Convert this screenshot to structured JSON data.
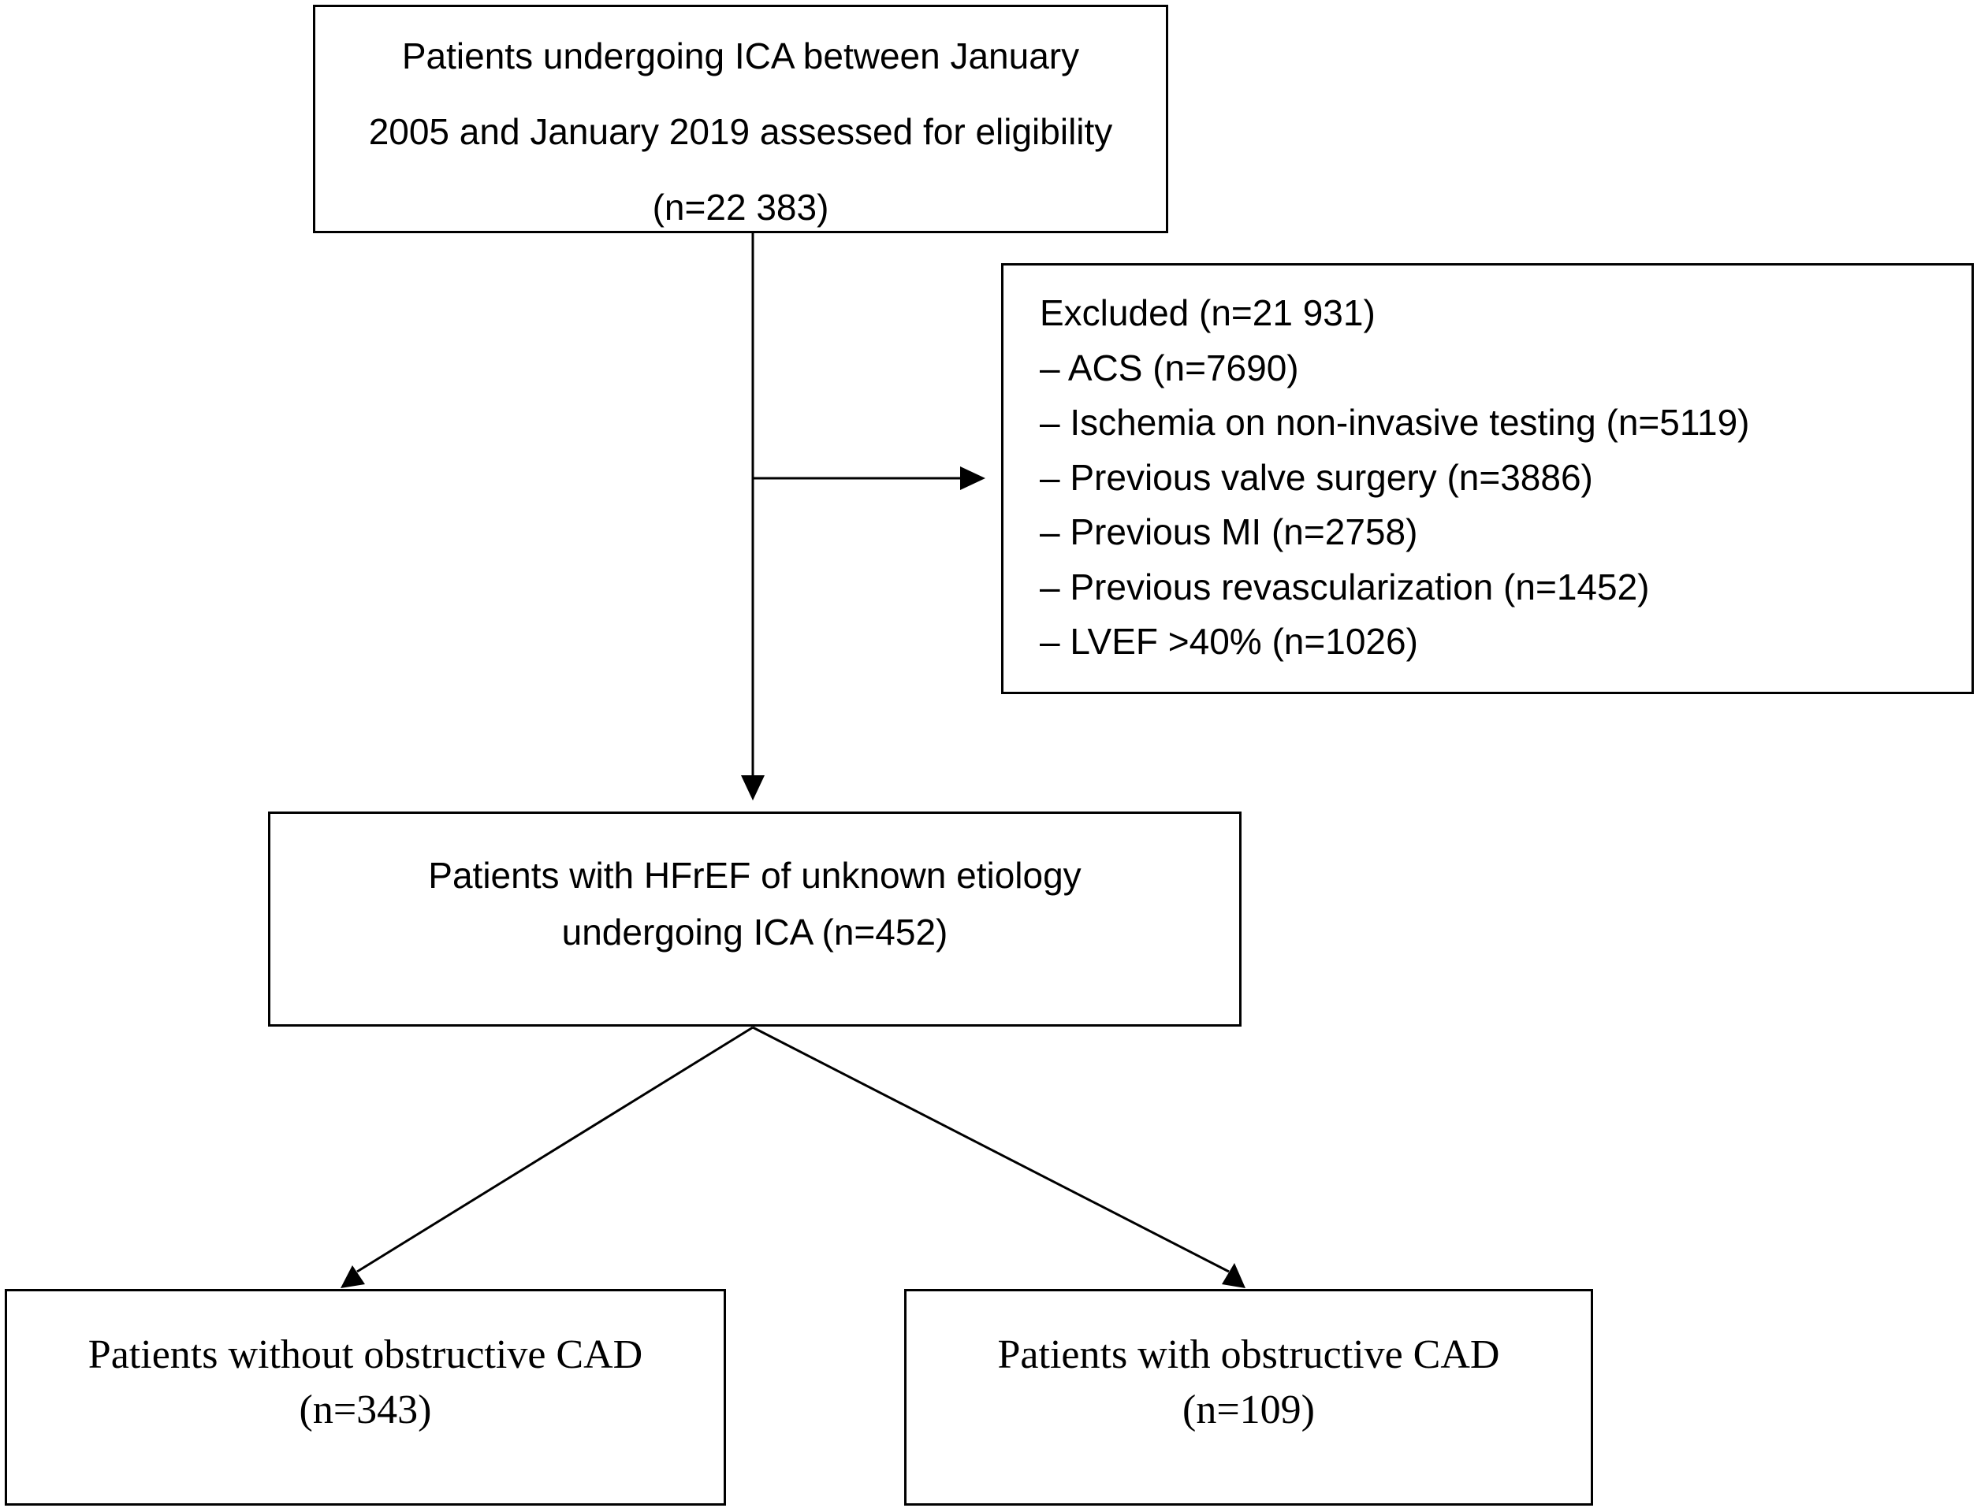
{
  "eligibility": {
    "lines": [
      "Patients undergoing ICA between January",
      "2005 and January 2019 assessed for eligibility",
      "(n=22 383)"
    ]
  },
  "excluded": {
    "title": "Excluded (n=21 931)",
    "items": [
      "– ACS (n=7690)",
      "– Ischemia on non-invasive testing (n=5119)",
      "– Previous valve surgery (n=3886)",
      "– Previous MI (n=2758)",
      "– Previous revascularization (n=1452)",
      "– LVEF >40% (n=1026)"
    ]
  },
  "hfref": {
    "lines": [
      "Patients with HFrEF of unknown etiology",
      "undergoing ICA (n=452)"
    ]
  },
  "no_cad": {
    "lines": [
      "Patients without obstructive CAD",
      "(n=343)"
    ]
  },
  "cad": {
    "lines": [
      "Patients with obstructive CAD",
      "(n=109)"
    ]
  }
}
